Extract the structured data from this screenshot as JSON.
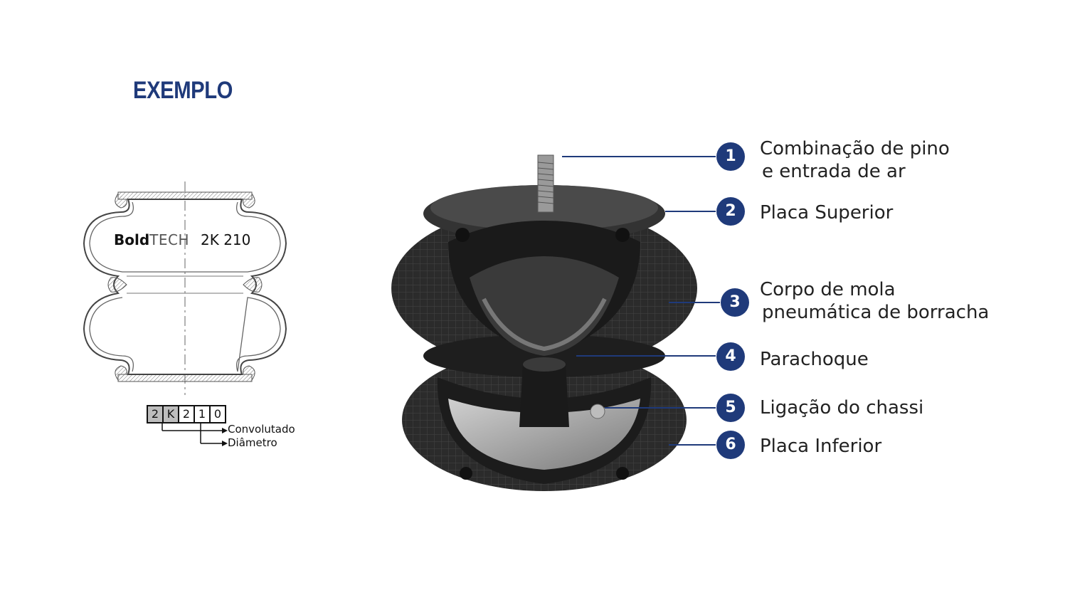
{
  "title": "EXEMPLO",
  "left_diagram": {
    "brand_bold": "Bold",
    "brand_thin": "TECH",
    "model": "2K 210",
    "code_cells": [
      "2",
      "K",
      "2",
      "1",
      "0"
    ],
    "label_convoluted": "Convolutado",
    "label_diameter": "Diâmetro"
  },
  "callouts": [
    {
      "number": "1",
      "line1": "Combinação de pino",
      "line2": "e entrada de ar"
    },
    {
      "number": "2",
      "line1": "Placa Superior",
      "line2": ""
    },
    {
      "number": "3",
      "line1": "Corpo de mola",
      "line2": "pneumática de borracha"
    },
    {
      "number": "4",
      "line1": "Parachoque",
      "line2": ""
    },
    {
      "number": "5",
      "line1": "Ligação do chassi",
      "line2": ""
    },
    {
      "number": "6",
      "line1": "Placa Inferior",
      "line2": ""
    }
  ],
  "colors": {
    "accent": "#1f3a7a",
    "rubber": "#2e2e2e",
    "metal": "#a8a8a8"
  }
}
